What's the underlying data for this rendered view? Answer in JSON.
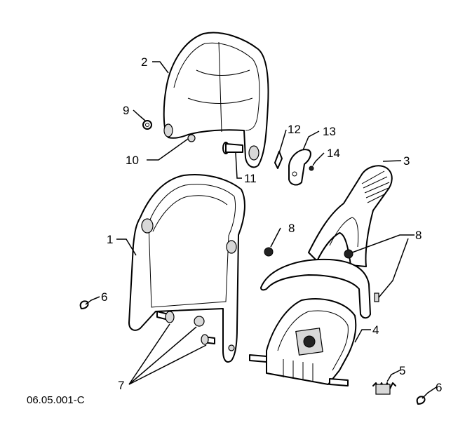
{
  "callouts": {
    "c1": "1",
    "c2": "2",
    "c3": "3",
    "c4": "4",
    "c5": "5",
    "c6a": "6",
    "c6b": "6",
    "c7": "7",
    "c8a": "8",
    "c8b": "8",
    "c9": "9",
    "c10": "10",
    "c11": "11",
    "c12": "12",
    "c13": "13",
    "c14": "14"
  },
  "drawing_code": "06.05.001-C"
}
